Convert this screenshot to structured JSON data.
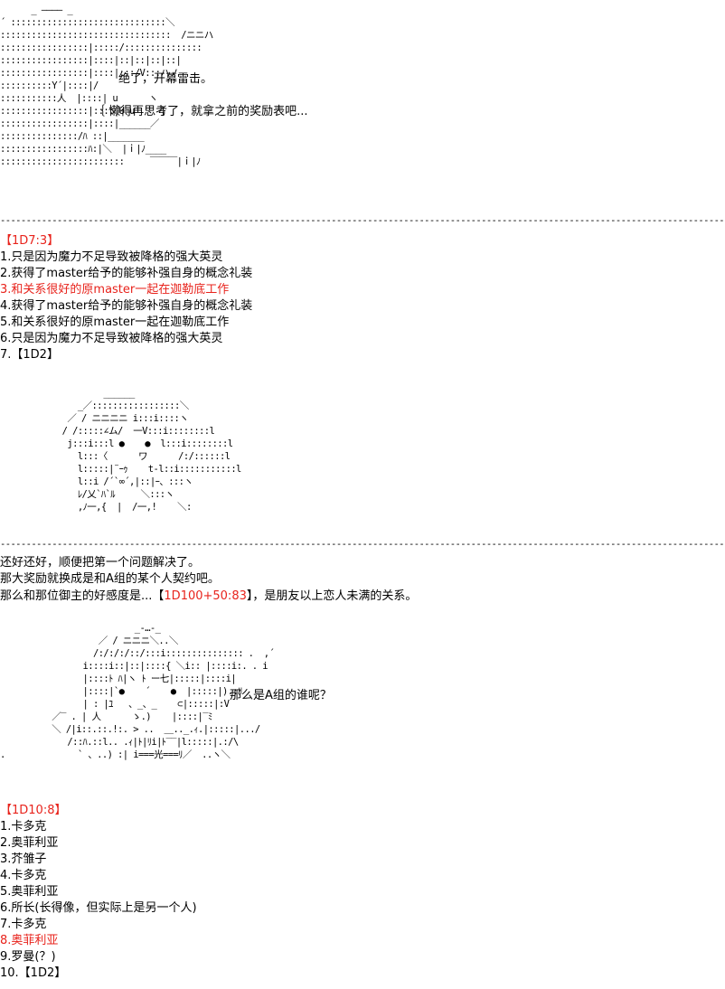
{
  "aa1": {
    "lines": [
      "      _ ―――― _",
      "´ ::::::::::::::::::::::::::::::＼",
      ":::::::::::::::::::::::::::::::::  /ニニハ",
      ":::::::::::::::::|:::::/:::::::::::::::",
      ":::::::::::::::::|::::|::|::|::|::|  ",
      ":::::::::::::::::|::::|:::/V:::ハノ",
      "::::::::::Y´|::::|/    ",
      ":::::::::::人  |::::| u      ヽ",
      ":::::::::::::::::|::::|U u     }",
      ":::::::::::::::::|::::|______／",
      ":::::::::::::::/ﾊ ::|_______",
      ":::::::::::::::::ﾊ:|＼  |ｉ|ﾉ____",
      "::::::::::::::::::::::::     ￣￣￣|ｉ|ﾉ"
    ],
    "speech": [
      "绝了，开幕雷击。",
      "｛ 懒得再思考了，就拿之前的奖励表吧..."
    ]
  },
  "separator": "------------------------------------------------------------------------------------------------------------------------------------------------",
  "roll1": {
    "header": "【1D7:3】",
    "items": [
      "1.只是因为魔力不足导致被降格的强大英灵",
      "2.获得了master给予的能够补强自身的概念礼装",
      "3.和关系很好的原master一起在迦勒底工作",
      "4.获得了master给予的能够补强自身的概念礼装",
      "5.和关系很好的原master一起在迦勒底工作",
      "6.只是因为魔力不足导致被降格的强大英灵",
      "7.【1D2】"
    ]
  },
  "aa2": {
    "lines": [
      "                    ______",
      "               _／:::::::::::::::::＼",
      "             ／ / ニニニニ i:::i::::ヽ",
      "            / /:::::∠ム/  一V:::i::::::::l",
      "             j:::i:::l ●    ●  l:::i::::::::l",
      "               l:::〈      ワ      /:/::::::l",
      "               l:::::|¨ｰｩ    t-l::i:::::::::::l",
      "               l::i /´`∞´,|::|ｰ、:::ヽ",
      "               ﾚ/乂`ﾊ`ﾙ     ＼:::ヽ",
      "               ,ﾉ一,{  |  /一,!    ＼:"
    ]
  },
  "narration": {
    "line1": "还好还好，顺便把第一个问题解决了。",
    "line2": "那大奖励就换成是和A组的某个人契约吧。",
    "line3_pre": "那么和那位御主的好感度是...【",
    "line3_roll": "1D100+50:83",
    "line3_post": "】，是朋友以上恋人未满的关系。"
  },
  "aa3": {
    "lines": [
      "                          _-…-_",
      "                   ／ / ニニニ＼..＼",
      "                  /:/:/:/::/:::i::::::::::::::: .  ,´",
      "                i::::i::|::|::::{ ＼i:: |::::i:. . i",
      "                |::::ﾄ ﾊ|ヽ ﾄ ー七|:::::|::::i|",
      "                |::::|`●    ´    ●  |:::::|).:ﾘ",
      "                | : |ﾕ   、_、_    ⊂|:::::|:V",
      "          ／‾ . | 人      ゝ.)    |::::|‾ﾐ",
      "          ＼ /|i::.::.!:. > ..  ＿.._.ｨ.|:::::|.../",
      "             /::ﾊ.::l.. .ｨ|ﾄ|ﾘi|ﾄ‾‾|l:::::|.:/\\",
      ".              ` 、..) :| i===光===ﾘ／  ..ヽ＼"
    ],
    "speech": "那么是A组的谁呢？"
  },
  "roll2": {
    "header": "【1D10:8】",
    "items": [
      "1.卡多克",
      "2.奥菲利亚",
      "3.芥雏子",
      "4.卡多克",
      "5.奥菲利亚",
      "6.所长(长得像，但实际上是另一个人)",
      "7.卡多克",
      "8.奥菲利亚",
      "9.罗曼(？)",
      "10.【1D2】"
    ]
  },
  "colors": {
    "highlight": "#e8231c",
    "text": "#000000",
    "background": "#ffffff"
  }
}
